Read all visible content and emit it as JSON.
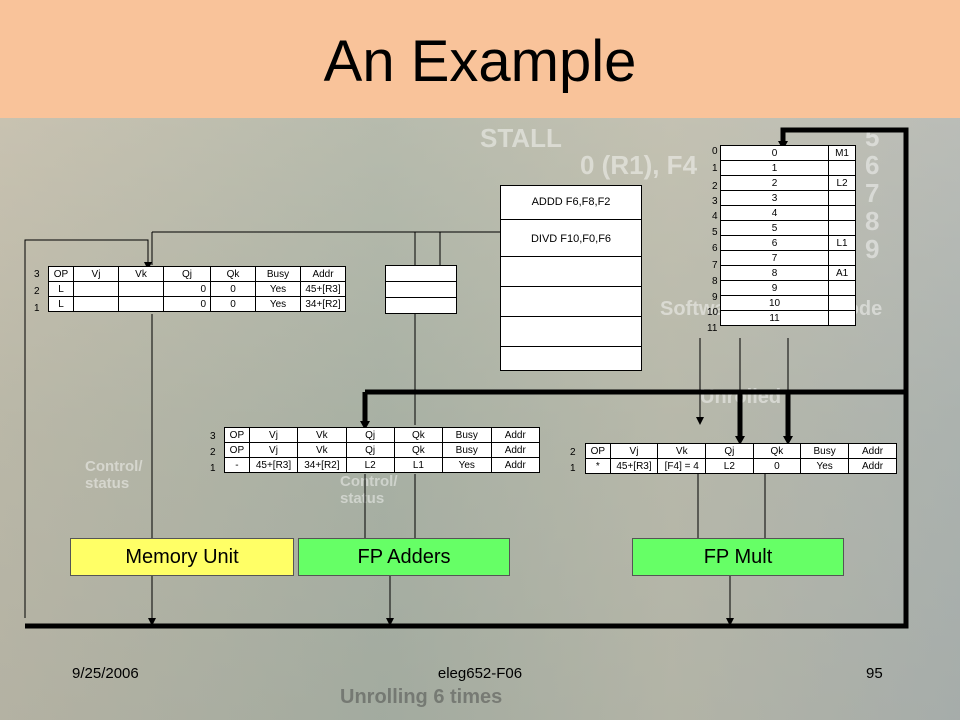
{
  "slide": {
    "title": "An Example"
  },
  "instr_queue": {
    "items": [
      "ADDD F6,F8,F2",
      "DIVD F10,F0,F6"
    ]
  },
  "memory_rs": {
    "headers": [
      "OP",
      "Vj",
      "Vk",
      "Qj",
      "Qk",
      "Busy",
      "Addr"
    ],
    "row_numbers": [
      "3",
      "2",
      "1"
    ],
    "rows": [
      [
        "L",
        "",
        "",
        "0",
        "0",
        "Yes",
        "45+[R3]"
      ],
      [
        "L",
        "",
        "",
        "0",
        "0",
        "Yes",
        "34+[R2]"
      ]
    ]
  },
  "adder_rs": {
    "row_numbers": [
      "3",
      "2",
      "1"
    ],
    "rows": [
      [
        "OP",
        "Vj",
        "Vk",
        "Qj",
        "Qk",
        "Busy",
        "Addr"
      ],
      [
        "OP",
        "Vj",
        "Vk",
        "Qj",
        "Qk",
        "Busy",
        "Addr"
      ],
      [
        "-",
        "45+[R3]",
        "34+[R2]",
        "L2",
        "L1",
        "Yes",
        "Addr"
      ]
    ]
  },
  "mult_rs": {
    "row_numbers": [
      "2",
      "1"
    ],
    "rows": [
      [
        "OP",
        "Vj",
        "Vk",
        "Qj",
        "Qk",
        "Busy",
        "Addr"
      ],
      [
        "*",
        "45+[R3]",
        "[F4] = 4",
        "L2",
        "0",
        "Yes",
        "Addr"
      ]
    ]
  },
  "register_file": {
    "left_numbers": [
      "0",
      "1",
      "2",
      "3",
      "4",
      "5",
      "6",
      "7",
      "8",
      "9",
      "10",
      "11"
    ],
    "rows": [
      [
        "0",
        "M1"
      ],
      [
        "1",
        ""
      ],
      [
        "2",
        "L2"
      ],
      [
        "3",
        ""
      ],
      [
        "4",
        ""
      ],
      [
        "5",
        ""
      ],
      [
        "6",
        "L1"
      ],
      [
        "7",
        ""
      ],
      [
        "8",
        "A1"
      ],
      [
        "9",
        ""
      ],
      [
        "10",
        ""
      ],
      [
        "11",
        ""
      ]
    ]
  },
  "units": {
    "memory": "Memory Unit",
    "adders": "FP Adders",
    "mult": "FP Mult"
  },
  "colors": {
    "title_band": "#f9c39a",
    "memory_unit": "#ffff66",
    "fp_units": "#66ff66"
  },
  "footer": {
    "date": "9/25/2006",
    "course": "eleg652-F06",
    "page": "95"
  }
}
